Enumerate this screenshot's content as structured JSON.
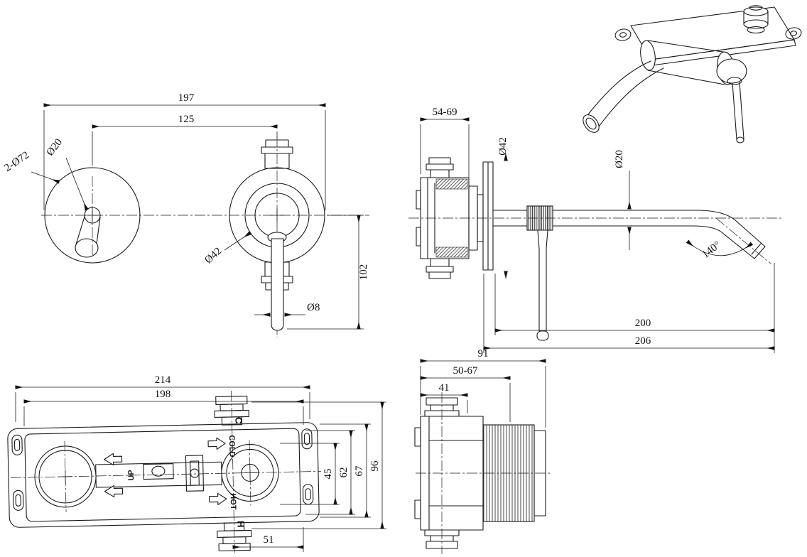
{
  "page": {
    "background": "#ffffff",
    "line_color": "#1a1a1a"
  },
  "drawing": {
    "front_view": {
      "dim_width_overall": "197",
      "dim_spout_to_valve": "125",
      "dim_escutcheon_pair": "2-Ø72",
      "dim_spout_outlet_dia": "Ø20",
      "dim_trim_dia": "Ø42",
      "dim_handle_drop": "102",
      "dim_handle_dia": "Ø8"
    },
    "side_view": {
      "dim_wall_adjust": "54-69",
      "dim_trim_dia": "Ø42",
      "dim_spout_dia": "Ø20",
      "dim_spout_angle": "140°",
      "dim_spout_reach": "200",
      "dim_overall_reach": "206"
    },
    "rough_in_front": {
      "dim_body_width": "214",
      "dim_inner_width": "198",
      "dim_v1": "45",
      "dim_v2": "62",
      "dim_v3": "67",
      "dim_v4": "96",
      "dim_port_offset": "51",
      "port_top_letter": "C",
      "port_top_word": "COLD",
      "port_bottom_word": "HOT",
      "port_bottom_letter": "H",
      "orientation_label": "UP"
    },
    "rough_in_side": {
      "dim_overall_depth": "91",
      "dim_adjust_depth": "50-67",
      "dim_body_depth": "41"
    }
  }
}
